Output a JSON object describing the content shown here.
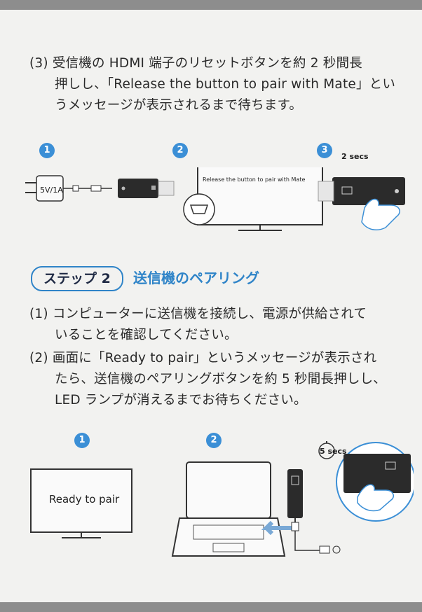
{
  "section1": {
    "step3_lines": [
      "(3) 受信機の HDMI 端子のリセットボタンを約 2 秒間長",
      "押しし、「Release the button to pair with Mate」とい",
      "うメッセージが表示されるまで待ちます。"
    ],
    "illustration": {
      "badges": [
        "1",
        "2",
        "3"
      ],
      "charger_label": "5V/1A",
      "tv_message": "Release the button to pair with Mate",
      "timer_label": "2 secs"
    }
  },
  "step2": {
    "badge": "ステップ 2",
    "title": "送信機のペアリング",
    "item1_lines": [
      "(1) コンピューターに送信機を接続し、電源が供給されて",
      "いることを確認してください。"
    ],
    "item2_lines": [
      "(2) 画面に「Ready to pair」というメッセージが表示され",
      "たら、送信機のペアリングボタンを約 5 秒間長押しし、",
      "LED ランプが消えるまでお待ちください。"
    ],
    "illustration": {
      "badges": [
        "1",
        "2"
      ],
      "tv_message": "Ready to pair",
      "timer_label": "5 secs"
    }
  },
  "colors": {
    "accent": "#2f84c8",
    "badge_fill": "#3b8fd6",
    "page": "#f2f2f0",
    "frame": "#8f8f8f"
  }
}
